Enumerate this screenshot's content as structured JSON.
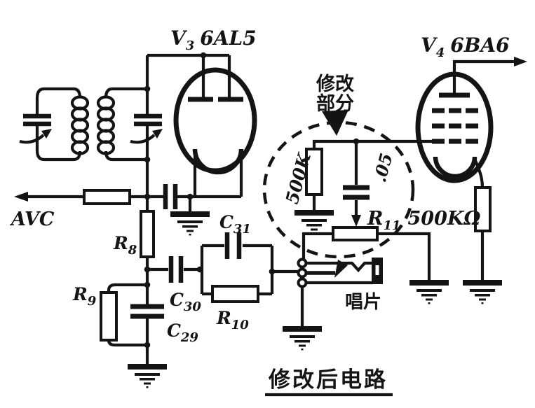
{
  "page": {
    "paper": "#ffffff",
    "ink": "#141414"
  },
  "schematic": {
    "caption": "修改后电路",
    "annotation": {
      "line1": "修改",
      "line2": "部分"
    },
    "labels": {
      "avc": "AVC",
      "phono": "唱片"
    },
    "tubes": {
      "v3": {
        "sym": "V",
        "sub": "3",
        "model": "6AL5"
      },
      "v4": {
        "sym": "V",
        "sub": "4",
        "model": "6BA6"
      }
    },
    "components": {
      "r8": {
        "sym": "R",
        "sub": "8"
      },
      "r9": {
        "sym": "R",
        "sub": "9"
      },
      "r10": {
        "sym": "R",
        "sub": "10"
      },
      "r11": {
        "sym": "R",
        "sub": "11",
        "value": "500KΩ"
      },
      "c29": {
        "sym": "C",
        "sub": "29"
      },
      "c30": {
        "sym": "C",
        "sub": "30"
      },
      "c31": {
        "sym": "C",
        "sub": "31"
      },
      "grid_resistor": {
        "value": "500K"
      },
      "coupling_cap": {
        "value": ".05"
      }
    }
  }
}
